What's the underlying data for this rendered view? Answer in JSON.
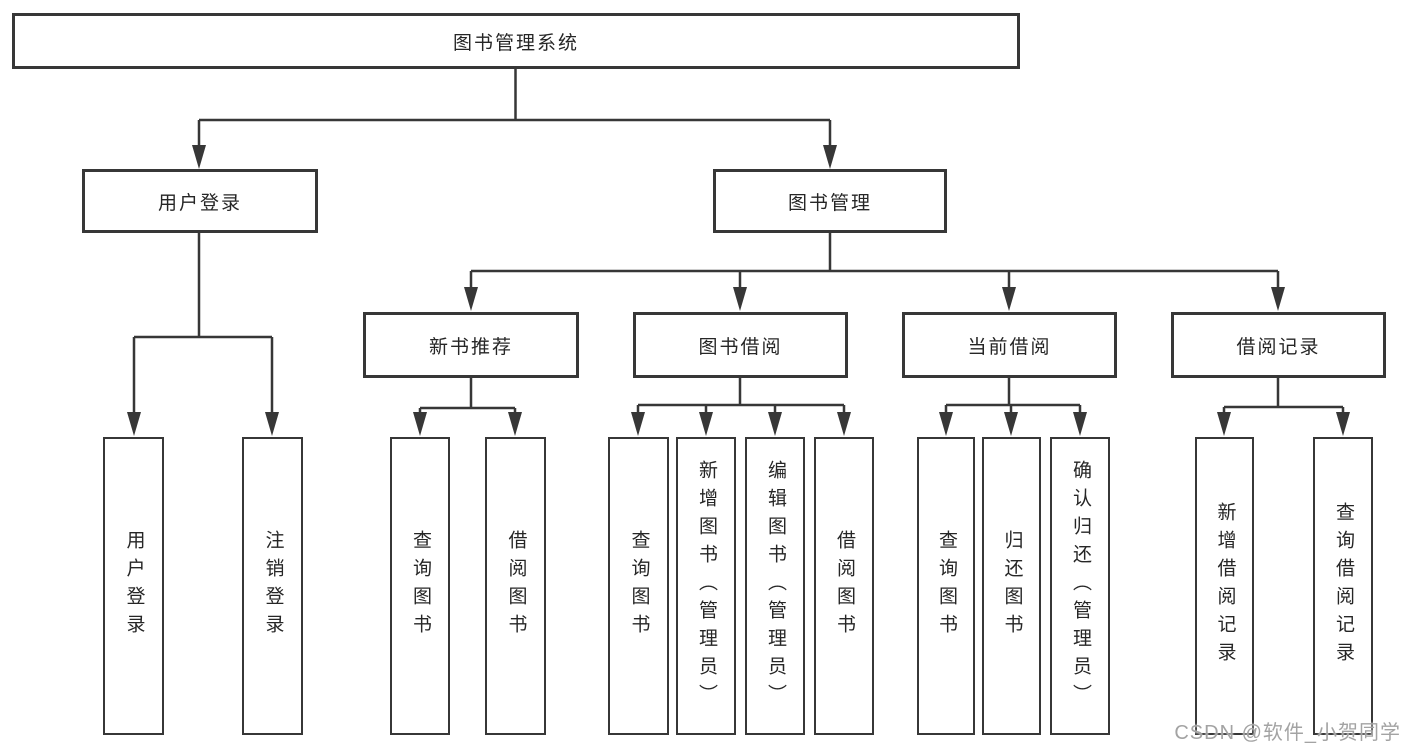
{
  "diagram": {
    "root": {
      "label": "图书管理系统"
    },
    "level2": [
      {
        "label": "用户登录"
      },
      {
        "label": "图书管理"
      }
    ],
    "level3": [
      {
        "label": "新书推荐"
      },
      {
        "label": "图书借阅"
      },
      {
        "label": "当前借阅"
      },
      {
        "label": "借阅记录"
      }
    ],
    "leaves_user": [
      {
        "label": "用户登录"
      },
      {
        "label": "注销登录"
      }
    ],
    "leaves_recommend": [
      {
        "label": "查询图书"
      },
      {
        "label": "借阅图书"
      }
    ],
    "leaves_borrow": [
      {
        "label": "查询图书"
      },
      {
        "label": "新增图书（管理员）"
      },
      {
        "label": "编辑图书（管理员）"
      },
      {
        "label": "借阅图书"
      }
    ],
    "leaves_current": [
      {
        "label": "查询图书"
      },
      {
        "label": "归还图书"
      },
      {
        "label": "确认归还（管理员）"
      }
    ],
    "leaves_record": [
      {
        "label": "新增借阅记录"
      },
      {
        "label": "查询借阅记录"
      }
    ],
    "watermark": {
      "text": "CSDN @软件_小贺同学"
    },
    "colors": {
      "line": "#373737",
      "box_border": "#373737",
      "box_background": "#ffffff",
      "text": "#262626",
      "watermark": "#a3a3a3"
    }
  }
}
